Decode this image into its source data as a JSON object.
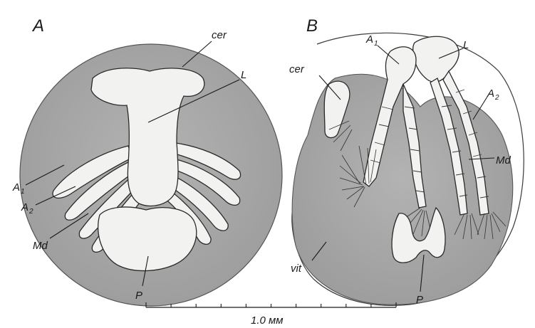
{
  "figure": {
    "panel_a": {
      "title": "A",
      "labels": {
        "cer": "cer",
        "l": "L",
        "a1": "A",
        "a1_sub": "1",
        "a2": "A",
        "a2_sub": "2",
        "md": "Md",
        "p": "P"
      }
    },
    "panel_b": {
      "title": "B",
      "labels": {
        "a1": "A",
        "a1_sub": "1",
        "l": "L",
        "cer": "cer",
        "a2": "A",
        "a2_sub": "2",
        "md": "Md",
        "vit": "vit",
        "p": "P"
      }
    },
    "scale_bar": {
      "label": "1.0 мм",
      "ticks": 10
    }
  },
  "colors": {
    "stipple": "#a9a9a9",
    "pale": "#f2f2f0",
    "ink": "#1a1a1a"
  }
}
